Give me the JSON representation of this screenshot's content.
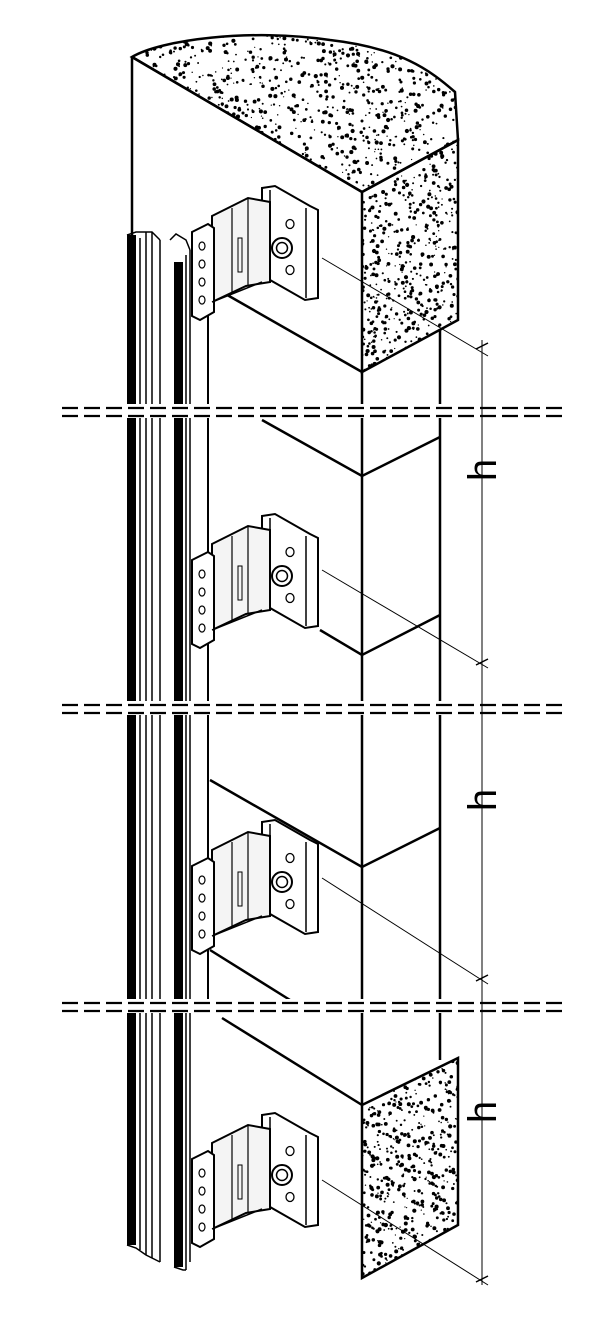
{
  "drawing": {
    "dimension_symbol": "h",
    "dimension_labels": [
      "h",
      "h",
      "h"
    ],
    "bracket_count": 4,
    "break_line_count": 3
  },
  "colors": {
    "ink": "#000000",
    "paper": "#ffffff",
    "bracket_face": "#f4f4f4"
  }
}
